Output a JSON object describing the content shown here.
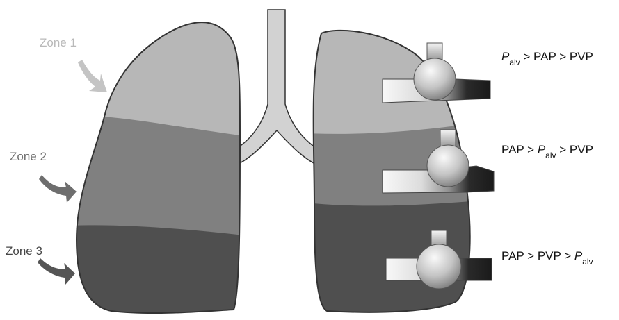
{
  "zones": [
    {
      "label": "Zone 1",
      "color": "#b7b7b7",
      "label_color": "#b9b9b9",
      "arrow_color": "#c4c4c4"
    },
    {
      "label": "Zone 2",
      "color": "#808080",
      "label_color": "#6f6f6f",
      "arrow_color": "#6e6e6e"
    },
    {
      "label": "Zone 3",
      "color": "#4f4f4f",
      "label_color": "#474747",
      "arrow_color": "#555555"
    }
  ],
  "trachea_color": "#d2d2d2",
  "outline_color": "#333333",
  "equations": [
    {
      "pre": "",
      "p": "P",
      "sub": "alv",
      "post": " > PAP > PVP"
    },
    {
      "pre": "PAP > ",
      "p": "P",
      "sub": "alv",
      "post": " > PVP"
    },
    {
      "pre": "PAP > PVP > ",
      "p": "P",
      "sub": "alv",
      "post": ""
    }
  ],
  "vessel_icon": "starling-resistor-icon"
}
